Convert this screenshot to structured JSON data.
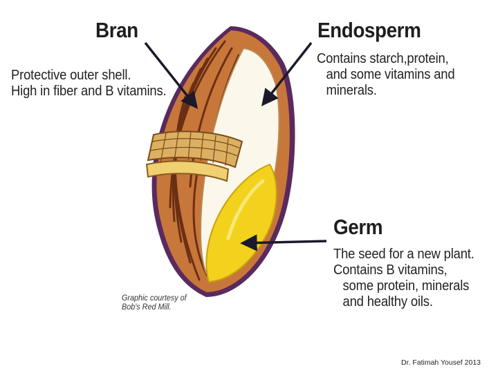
{
  "bran": {
    "heading": "Bran",
    "lines": [
      "Protective outer shell.",
      "High in fiber and B vitamins."
    ]
  },
  "endosperm": {
    "heading": "Endosperm",
    "lines": [
      "Contains starch,protein,",
      "and some vitamins and",
      "minerals."
    ]
  },
  "germ": {
    "heading": "Germ",
    "lines": [
      "The seed for a new plant.",
      "Contains B vitamins,",
      "some protein, minerals",
      "and healthy oils."
    ]
  },
  "credit": {
    "lines": [
      "Graphic courtesy of",
      "Bob's Red Mill."
    ]
  },
  "footer": {
    "text": "Dr. Fatimah Yousef 2013"
  },
  "colors": {
    "bran": "#c8773a",
    "bran_dark": "#6b2f14",
    "outline": "#5a2a5e",
    "endosperm": "#fbf7ea",
    "germ": "#f2d21c",
    "husk": "#dcb062",
    "arrow": "#1a1a2a"
  }
}
